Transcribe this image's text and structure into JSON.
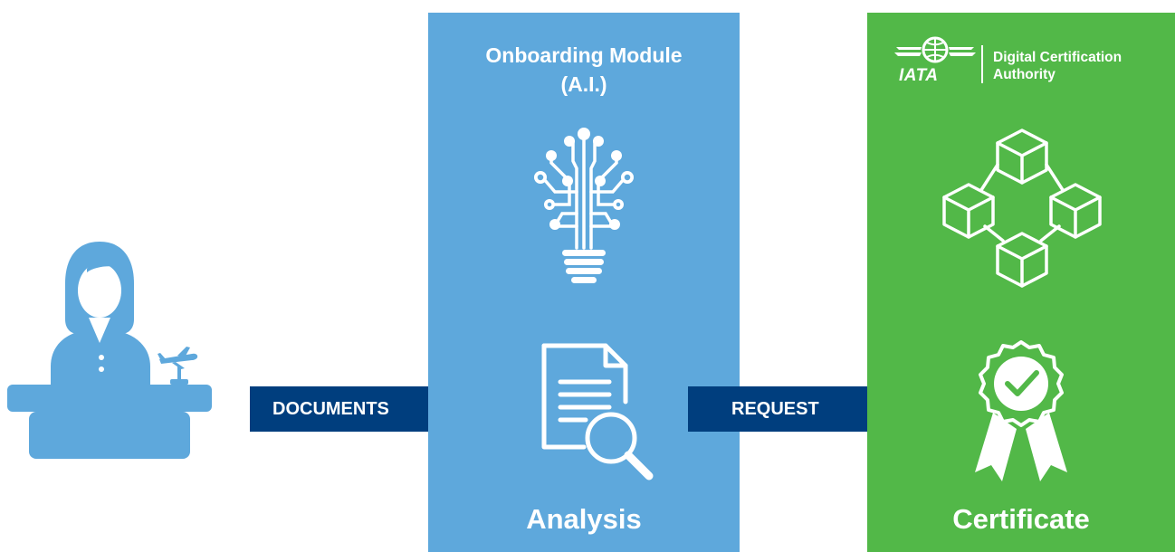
{
  "colors": {
    "ai_panel": "#5ea8dc",
    "cert_panel": "#52b848",
    "arrow": "#003e7e",
    "person": "#5ea8dc"
  },
  "arrows": {
    "documents_label": "DOCUMENTS",
    "request_label": "REQUEST"
  },
  "ai_panel": {
    "title_line1": "Onboarding Module",
    "title_line2": "(A.I.)",
    "footer": "Analysis",
    "icons": [
      "ai-lightbulb-icon",
      "document-search-icon"
    ]
  },
  "cert_panel": {
    "logo_word": "IATA",
    "authority_line1": "Digital Certification",
    "authority_line2": "Authority",
    "footer": "Certificate",
    "icons": [
      "blockchain-cubes-icon",
      "certificate-badge-icon"
    ]
  },
  "left_icon": "agent-at-desk-icon"
}
